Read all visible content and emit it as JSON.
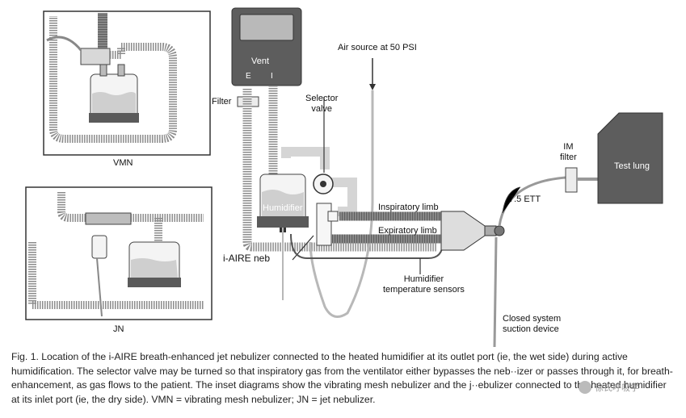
{
  "labels": {
    "vent": "Vent",
    "vent_e": "E",
    "vent_i": "I",
    "filter": "Filter",
    "air_source": "Air source at 50 PSI",
    "selector_valve": "Selector\nvalve",
    "humidifier": "Humidifier",
    "i_aire_neb": "i-AIRE neb",
    "inspiratory_limb": "Inspiratory limb",
    "expiratory_limb": "Expiratory limb",
    "humidifier_temp_sensors": "Humidifier\ntemperature sensors",
    "im_filter": "IM\nfilter",
    "test_lung": "Test lung",
    "ett": "7.5 ETT",
    "closed_suction": "Closed system\nsuction device",
    "vmn": "VMN",
    "jn": "JN"
  },
  "caption": "Fig. 1. Location of the i-AIRE breath-enhanced jet nebulizer connected to the heated humidifier at its outlet port (ie, the wet side) during active humidification. The selector valve may be turned so that inspiratory gas from the ventilator either bypasses the neb··izer or passes through it, for breath-enhancement, as gas flows to the patient. The inset diagrams show the vibrating mesh nebulizer and the j··ebulizer connected to the heated humidifier at its inlet port (ie, the dry side). VMN = vibrating mesh nebulizer; JN = jet nebulizer.",
  "watermark": "徐氏呼吸学"
}
